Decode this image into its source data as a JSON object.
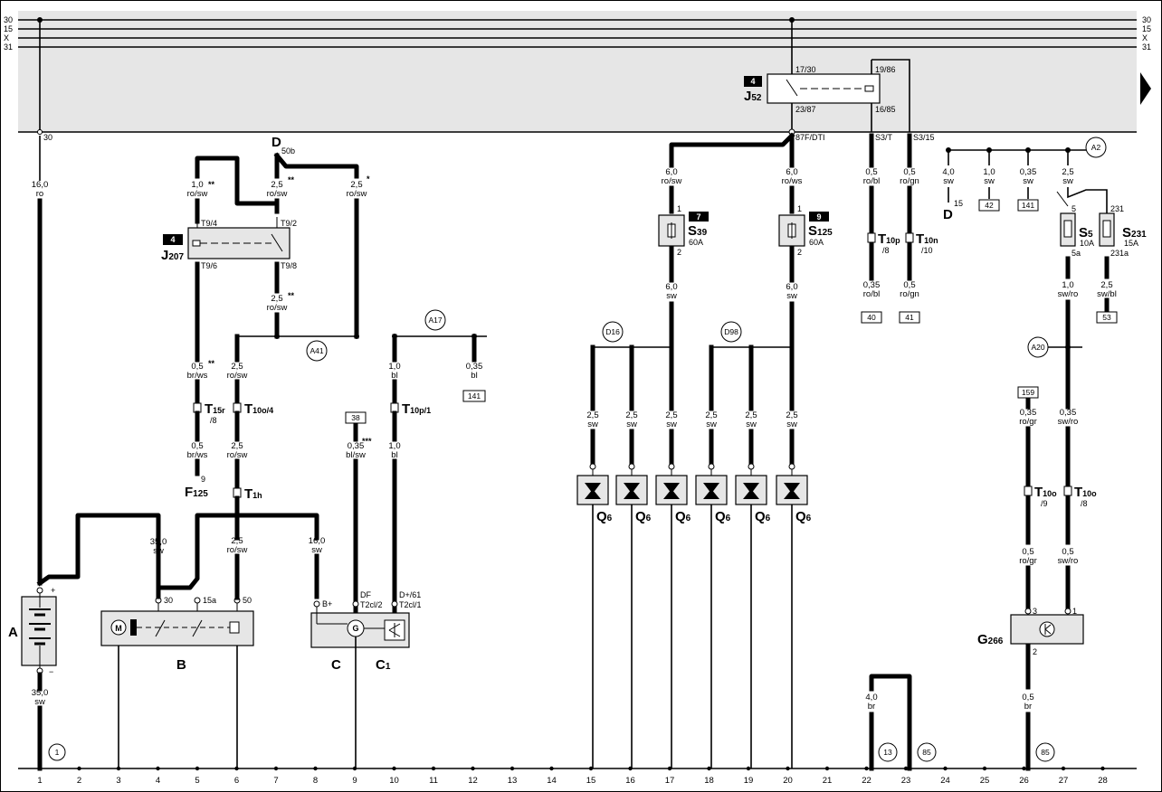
{
  "bus": {
    "labels": [
      "30",
      "15",
      "X",
      "31"
    ]
  },
  "top_markers": [
    "30",
    "17/30",
    "19/86",
    "23/87",
    "16/85",
    "87F/DTI",
    "S3/T",
    "S3/15",
    "50b"
  ],
  "relays": {
    "j52": {
      "tag": "4",
      "name": "J",
      "sub": "52"
    },
    "j207": {
      "tag": "4",
      "name": "J",
      "sub": "207",
      "pins": [
        "T9/4",
        "T9/6",
        "T9/2",
        "T9/8"
      ]
    }
  },
  "stars": [
    "**",
    "**",
    "*",
    "**",
    "**",
    "***"
  ],
  "fuses": {
    "s39": {
      "tag": "7",
      "name": "S",
      "sub": "39",
      "rating": "60A"
    },
    "s125": {
      "tag": "9",
      "name": "S",
      "sub": "125",
      "rating": "60A"
    },
    "s5": {
      "name": "S",
      "sub": "5",
      "rating": "10A",
      "pin_in": "5",
      "pin_out": "5a"
    },
    "s231": {
      "name": "S",
      "sub": "231",
      "rating": "15A",
      "pin_in": "231",
      "pin_out": "231a"
    }
  },
  "wire_labels": [
    {
      "size": "16,0",
      "color": "ro"
    },
    {
      "size": "1,0",
      "color": "ro/sw"
    },
    {
      "size": "2,5",
      "color": "ro/sw"
    },
    {
      "size": "2,5",
      "color": "ro/sw"
    },
    {
      "size": "2,5",
      "color": "ro/sw"
    },
    {
      "size": "0,5",
      "color": "br/ws"
    },
    {
      "size": "0,5",
      "color": "br/ws"
    },
    {
      "size": "2,5",
      "color": "ro/sw"
    },
    {
      "size": "2,5",
      "color": "ro/sw"
    },
    {
      "size": "2,5",
      "color": "ro/sw"
    },
    {
      "size": "1,0",
      "color": "bl"
    },
    {
      "size": "1,0",
      "color": "bl"
    },
    {
      "size": "0,35",
      "color": "bl"
    },
    {
      "size": "0,35",
      "color": "bl/sw"
    },
    {
      "size": "35,0",
      "color": "sw"
    },
    {
      "size": "16,0",
      "color": "sw"
    },
    {
      "size": "35,0",
      "color": "sw"
    },
    {
      "size": "6,0",
      "color": "ro/sw"
    },
    {
      "size": "6,0",
      "color": "sw"
    },
    {
      "size": "6,0",
      "color": "ro/ws"
    },
    {
      "size": "6,0",
      "color": "sw"
    },
    {
      "size": "0,5",
      "color": "ro/bl"
    },
    {
      "size": "0,35",
      "color": "ro/bl"
    },
    {
      "size": "0,5",
      "color": "ro/gn"
    },
    {
      "size": "0,5",
      "color": "ro/gn"
    },
    {
      "size": "4,0",
      "color": "sw"
    },
    {
      "size": "1,0",
      "color": "sw"
    },
    {
      "size": "0,35",
      "color": "sw"
    },
    {
      "size": "2,5",
      "color": "sw"
    },
    {
      "size": "1,0",
      "color": "sw/ro"
    },
    {
      "size": "2,5",
      "color": "sw/bl"
    },
    {
      "size": "0,35",
      "color": "ro/gr"
    },
    {
      "size": "0,35",
      "color": "sw/ro"
    },
    {
      "size": "0,5",
      "color": "ro/gr"
    },
    {
      "size": "0,5",
      "color": "sw/ro"
    },
    {
      "size": "0,5",
      "color": "br"
    },
    {
      "size": "4,0",
      "color": "br"
    },
    {
      "size": "2,5",
      "color": "sw"
    }
  ],
  "connectors": [
    {
      "name": "T",
      "sub": "15r",
      "pin": "/8"
    },
    {
      "name": "T",
      "sub": "10o/4",
      "pin": ""
    },
    {
      "name": "T",
      "sub": "1h",
      "pin": ""
    },
    {
      "name": "T",
      "sub": "10p/1",
      "pin": ""
    },
    {
      "name": "T",
      "sub": "10p",
      "pin": "/8"
    },
    {
      "name": "T",
      "sub": "10n",
      "pin": "/10"
    },
    {
      "name": "T",
      "sub": "10o",
      "pin": "/9"
    },
    {
      "name": "T",
      "sub": "10o",
      "pin": "/8"
    }
  ],
  "circles": [
    "A41",
    "A17",
    "D16",
    "D98",
    "A2",
    "A20",
    "1",
    "13",
    "85",
    "85"
  ],
  "ref_boxes": [
    "141",
    "38",
    "40",
    "41",
    "42",
    "141",
    "53",
    "159"
  ],
  "components": {
    "battery": {
      "label": "A",
      "plus": "+",
      "minus": "−"
    },
    "starter": {
      "label": "B",
      "pins": [
        "30",
        "15a",
        "50"
      ]
    },
    "alternator": {
      "label": "C",
      "reg": "C",
      "reg_sub": "1",
      "pins": [
        "B+",
        "DF",
        "T2cl/2",
        "D+/61",
        "T2cl/1"
      ]
    },
    "q6": {
      "name": "Q",
      "sub": "6"
    },
    "f125": {
      "name": "F",
      "sub": "125",
      "pin": "9"
    },
    "d_top": {
      "name": "D"
    },
    "d_right": {
      "name": "D",
      "pin": "15"
    },
    "g266": {
      "name": "G",
      "sub": "266",
      "pins": [
        "3",
        "1",
        "2"
      ]
    }
  },
  "columns": [
    "1",
    "2",
    "3",
    "4",
    "5",
    "6",
    "7",
    "8",
    "9",
    "10",
    "11",
    "12",
    "13",
    "14",
    "15",
    "16",
    "17",
    "18",
    "19",
    "20",
    "21",
    "22",
    "23",
    "24",
    "25",
    "26",
    "27",
    "28"
  ],
  "colors": {
    "band": "#e6e6e6",
    "ink": "#000000"
  }
}
